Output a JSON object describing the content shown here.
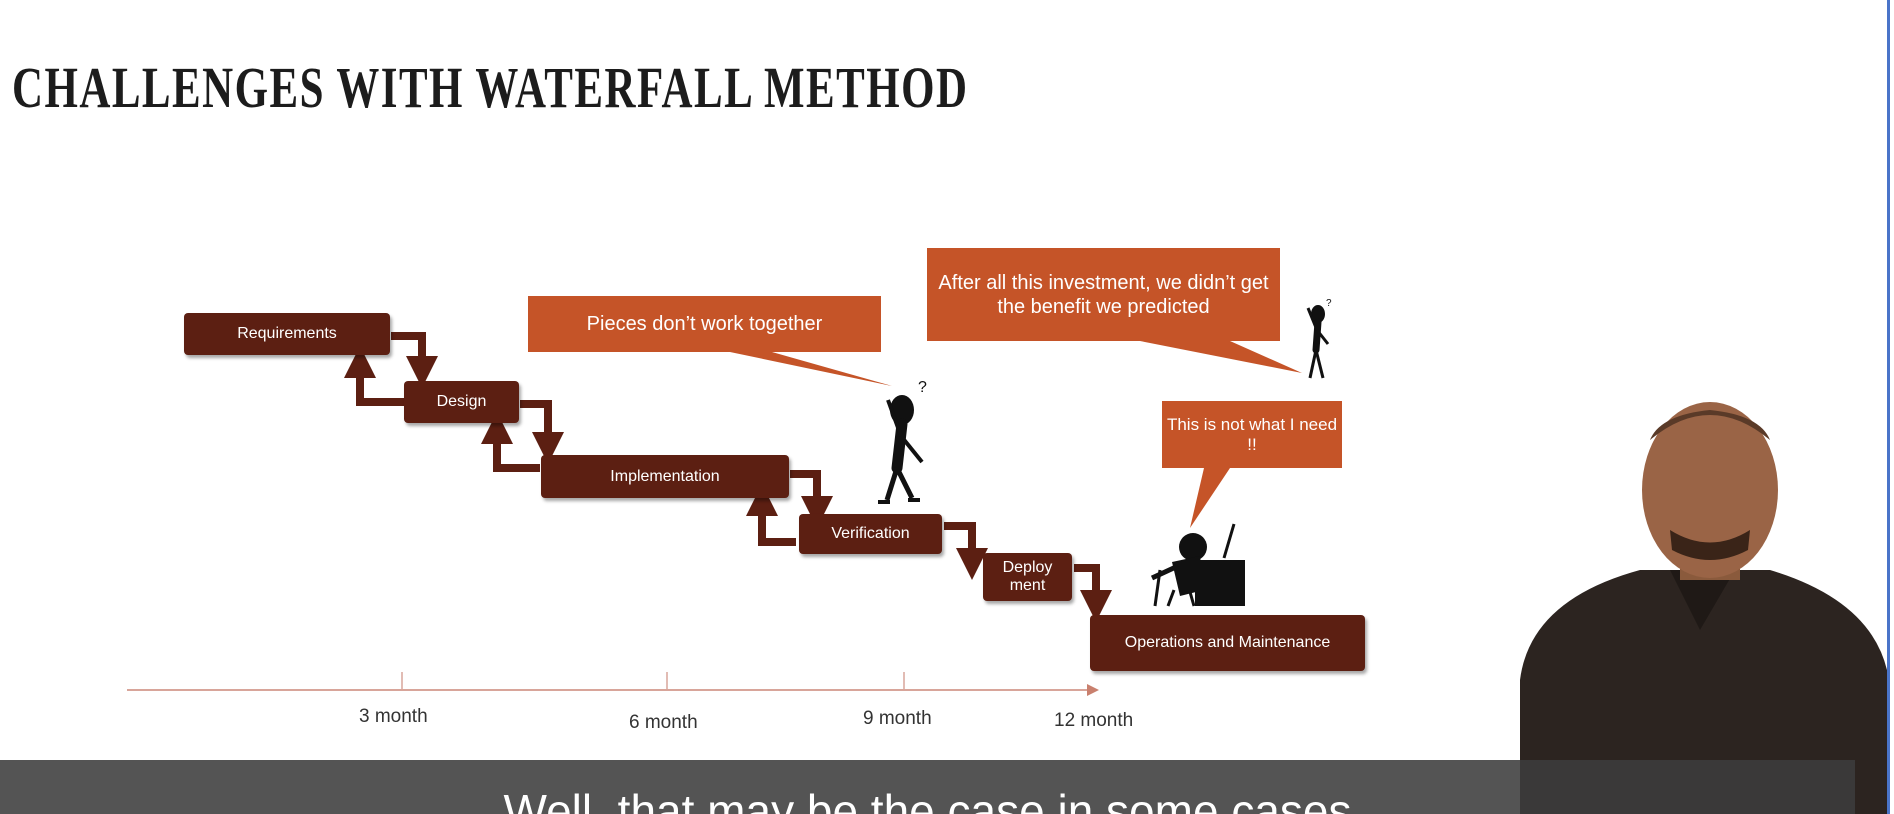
{
  "slide": {
    "title": "CHALLENGES WITH WATERFALL METHOD",
    "stages": {
      "requirements": "Requirements",
      "design": "Design",
      "implementation": "Implementation",
      "verification": "Verification",
      "deployment": "Deploy ment",
      "operations": "Operations and Maintenance"
    },
    "bubbles": {
      "pieces": "Pieces don’t work together",
      "investment": "After all this investment, we didn’t get the benefit we predicted",
      "need": "This is not what I need !!"
    },
    "timeline": [
      "3 month",
      "6 month",
      "9 month",
      "12 month"
    ]
  },
  "subtitle": "Well, that may be the case in some cases",
  "colors": {
    "stage": "#5c1f12",
    "bubble": "#c55428",
    "accent": "#4a74c9",
    "timeline": "#d8a59a"
  }
}
